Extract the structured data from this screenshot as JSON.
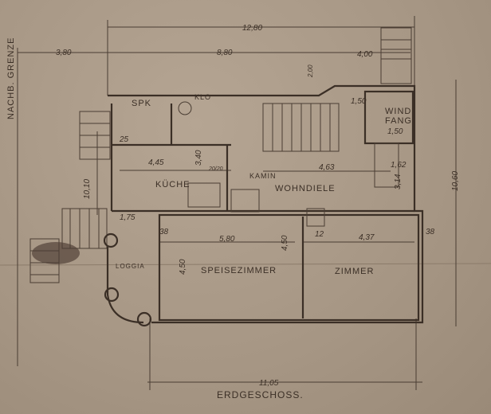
{
  "title": "ERDGESCHOSS.",
  "boundary_label": "NACHB. GRENZE",
  "rooms": {
    "speisekammer": "SPK",
    "klo": "KLO",
    "kueche": "KÜCHE",
    "kamin": "KAMIN",
    "wohndiele": "WOHNDIELE",
    "windfang_1": "WIND",
    "windfang_2": "FANG",
    "loggia": "LOGGIA",
    "speisezimmer": "SPEISEZIMMER",
    "zimmer": "ZIMMER"
  },
  "dimensions": {
    "total_width_top": "12,80",
    "left_setback": "3,80",
    "main_width": "8,80",
    "right_part": "4,00",
    "kueche_width": "4,45",
    "kueche_depth": "3,40",
    "diele_width": "4,63",
    "diele_depth": "3,14",
    "windfang_width": "1,50",
    "windfang_door": "1,50",
    "step": "1,62",
    "depth_right": "10,60",
    "depth_left": "10,10",
    "loggia_width": "1,75",
    "speise_width": "5,80",
    "speise_depth": "4,50",
    "zimmer_width": "4,37",
    "zimmer_depth": "4,50",
    "total_width_bottom": "11,05",
    "wall_38_left": "38",
    "wall_38_right": "38",
    "wall_25": "25",
    "wall_12": "12",
    "chimney": "20/20",
    "stair_offset": "2,00"
  }
}
